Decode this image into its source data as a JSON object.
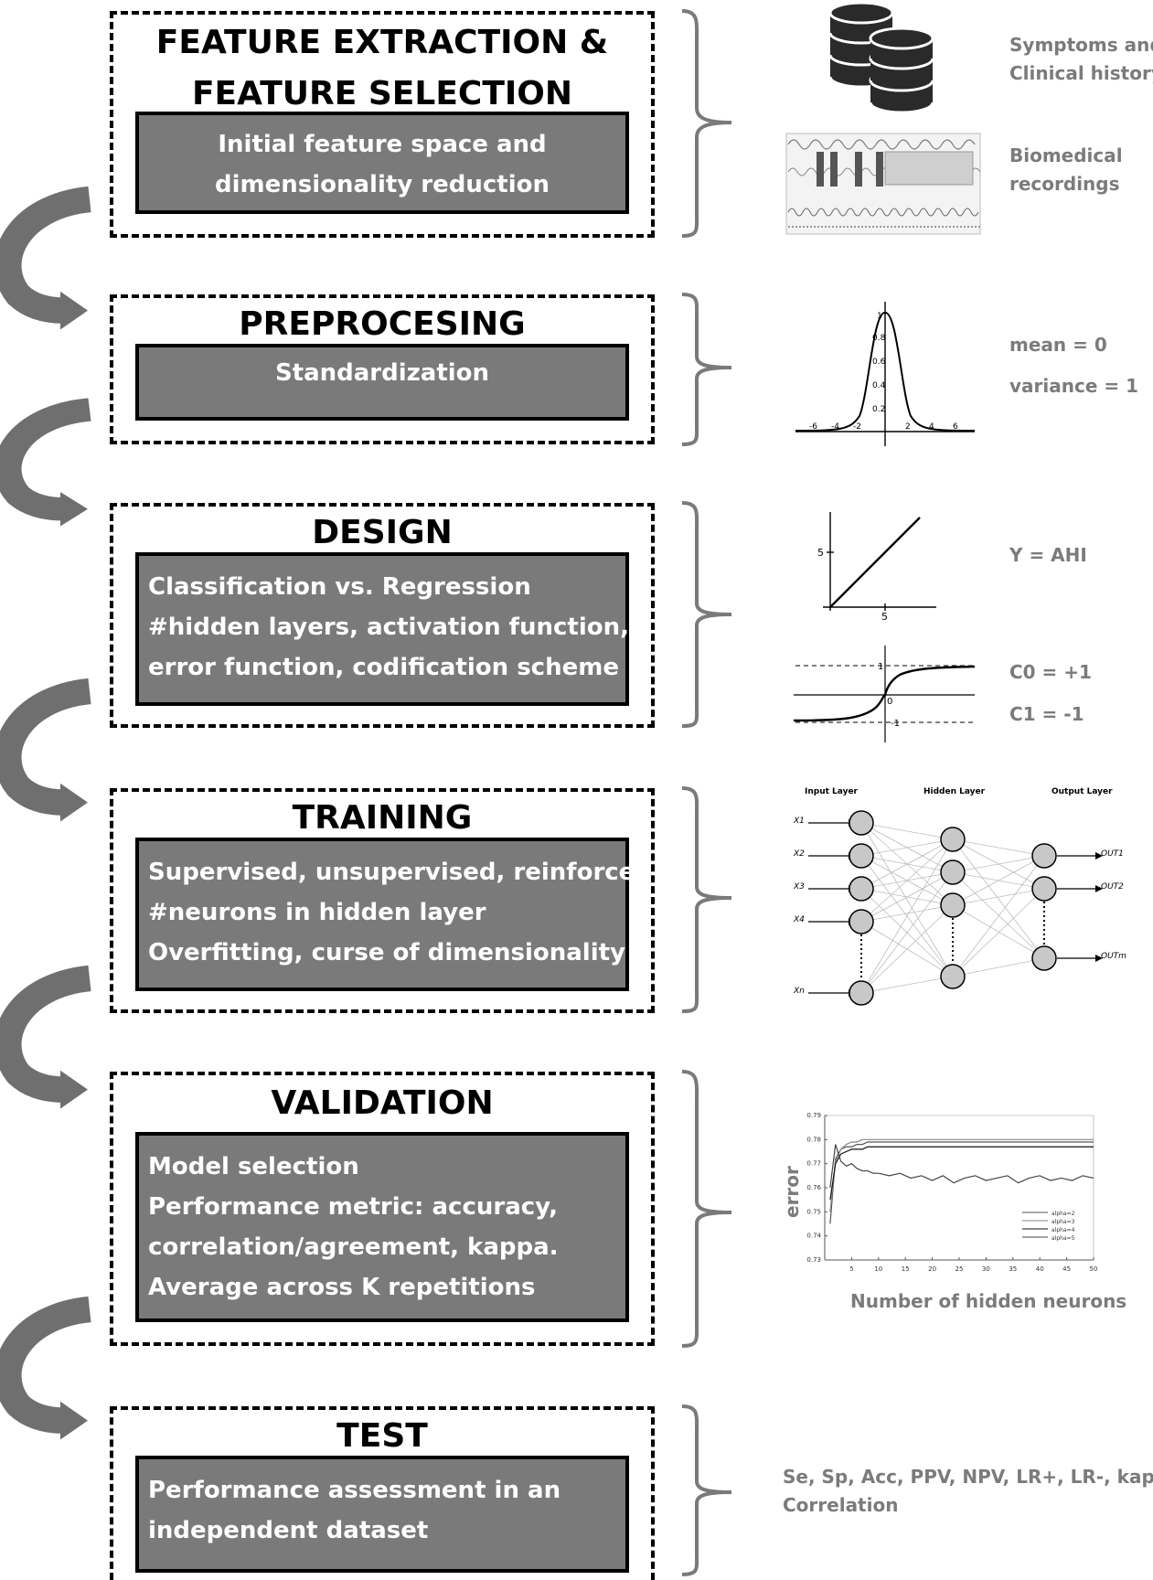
{
  "stages": [
    {
      "title_lines": [
        "FEATURE EXTRACTION &",
        "FEATURE SELECTION"
      ],
      "content_lines": [
        "Initial feature space and",
        "dimensionality reduction"
      ]
    },
    {
      "title_lines": [
        "PREPROCESING"
      ],
      "content_lines": [
        "Standardization"
      ]
    },
    {
      "title_lines": [
        "DESIGN"
      ],
      "content_lines": [
        "Classification vs. Regression",
        "#hidden layers, activation function,",
        "error function, codification scheme"
      ]
    },
    {
      "title_lines": [
        "TRAINING"
      ],
      "content_lines": [
        "Supervised, unsupervised, reinforced",
        "#neurons in hidden layer",
        "Overfitting, curse of dimensionality"
      ]
    },
    {
      "title_lines": [
        "VALIDATION"
      ],
      "content_lines": [
        "Model selection",
        "Performance metric: accuracy,",
        "correlation/agreement, kappa.",
        "Average across K repetitions"
      ]
    },
    {
      "title_lines": [
        "TEST"
      ],
      "content_lines": [
        "Performance assessment in an",
        "independent dataset"
      ]
    }
  ],
  "side_labels": {
    "symptoms": [
      "Symptoms and",
      "Clinical history"
    ],
    "biomedical": [
      "Biomedical",
      "recordings"
    ],
    "mean": "mean = 0",
    "variance": "variance = 1",
    "y_ahi": "Y = AHI",
    "c0": "C0 = +1",
    "c1": "C1 = -1",
    "test_metrics": [
      "Se, Sp, Acc, PPV, NPV, LR+, LR-, kappa",
      "Correlation"
    ]
  },
  "gaussian": {
    "x_ticks": [
      "-6",
      "-4",
      "-2",
      "2",
      "4",
      "6"
    ],
    "y_ticks": [
      "0.2",
      "0.4",
      "0.6",
      "0.8",
      "1"
    ]
  },
  "linear_plot": {
    "tick_x": "5",
    "tick_y": "5"
  },
  "tanh_plot": {
    "upper": "1",
    "lower": "-1",
    "origin": "0"
  },
  "network": {
    "input_title": "Input Layer",
    "hidden_title": "Hidden Layer",
    "output_title": "Output Layer",
    "inputs": [
      "X1",
      "X2",
      "X3",
      "X4",
      "Xn"
    ],
    "outputs": [
      "OUT1",
      "OUT2",
      "OUTm"
    ]
  },
  "chart_data": {
    "type": "line",
    "xlabel": "Number of hidden neurons",
    "ylabel": "error",
    "xlim": [
      0,
      50
    ],
    "ylim": [
      0.73,
      0.79
    ],
    "x_ticks": [
      5,
      10,
      15,
      20,
      25,
      30,
      35,
      40,
      45,
      50
    ],
    "y_ticks": [
      0.73,
      0.74,
      0.75,
      0.76,
      0.77,
      0.78,
      0.79
    ],
    "x": [
      1,
      2,
      3,
      4,
      5,
      6,
      7,
      8,
      9,
      10,
      12,
      14,
      16,
      18,
      20,
      22,
      24,
      26,
      28,
      30,
      32,
      34,
      36,
      38,
      40,
      42,
      44,
      46,
      48,
      50
    ],
    "series": [
      {
        "name": "alpha=2",
        "values": [
          0.745,
          0.772,
          0.776,
          0.777,
          0.777,
          0.778,
          0.778,
          0.779,
          0.779,
          0.779,
          0.779,
          0.779,
          0.779,
          0.779,
          0.779,
          0.779,
          0.779,
          0.779,
          0.779,
          0.779,
          0.779,
          0.779,
          0.779,
          0.779,
          0.779,
          0.779,
          0.779,
          0.779,
          0.779,
          0.779
        ]
      },
      {
        "name": "alpha=3",
        "values": [
          0.75,
          0.771,
          0.776,
          0.778,
          0.779,
          0.779,
          0.78,
          0.78,
          0.78,
          0.78,
          0.78,
          0.78,
          0.78,
          0.78,
          0.78,
          0.78,
          0.78,
          0.78,
          0.78,
          0.78,
          0.78,
          0.78,
          0.78,
          0.78,
          0.78,
          0.78,
          0.78,
          0.78,
          0.78,
          0.78
        ]
      },
      {
        "name": "alpha=4",
        "values": [
          0.755,
          0.77,
          0.774,
          0.775,
          0.776,
          0.776,
          0.776,
          0.777,
          0.777,
          0.777,
          0.777,
          0.777,
          0.777,
          0.777,
          0.777,
          0.777,
          0.777,
          0.777,
          0.777,
          0.777,
          0.777,
          0.777,
          0.777,
          0.777,
          0.777,
          0.777,
          0.777,
          0.777,
          0.777,
          0.777
        ]
      },
      {
        "name": "alpha=5",
        "values": [
          0.76,
          0.778,
          0.771,
          0.769,
          0.77,
          0.768,
          0.767,
          0.767,
          0.766,
          0.766,
          0.765,
          0.766,
          0.764,
          0.765,
          0.763,
          0.765,
          0.762,
          0.764,
          0.765,
          0.763,
          0.764,
          0.765,
          0.762,
          0.764,
          0.765,
          0.763,
          0.764,
          0.763,
          0.765,
          0.764
        ]
      }
    ]
  }
}
